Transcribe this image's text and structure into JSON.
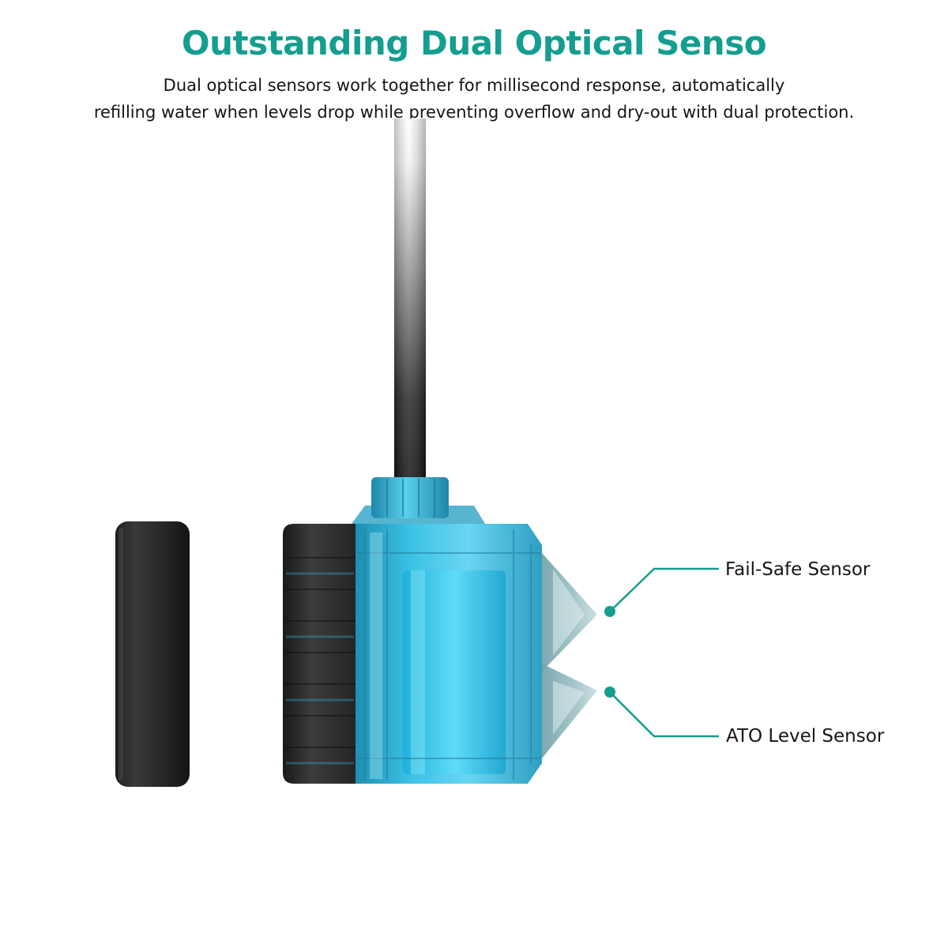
{
  "header": {
    "title": "Outstanding Dual Optical Senso",
    "description_line_1": "Dual optical sensors work together for millisecond response, automatically",
    "description_line_2": "refilling water when levels drop while preventing overflow and dry-out with dual protection."
  },
  "callouts": {
    "fail_safe": "Fail-Safe Sensor",
    "ato_level": "ATO Level Sensor"
  },
  "colors": {
    "accent": "#139e8f",
    "text": "#151515",
    "sensor_blue": "#2fb4d8",
    "housing_dark": "#2b2b2b"
  }
}
